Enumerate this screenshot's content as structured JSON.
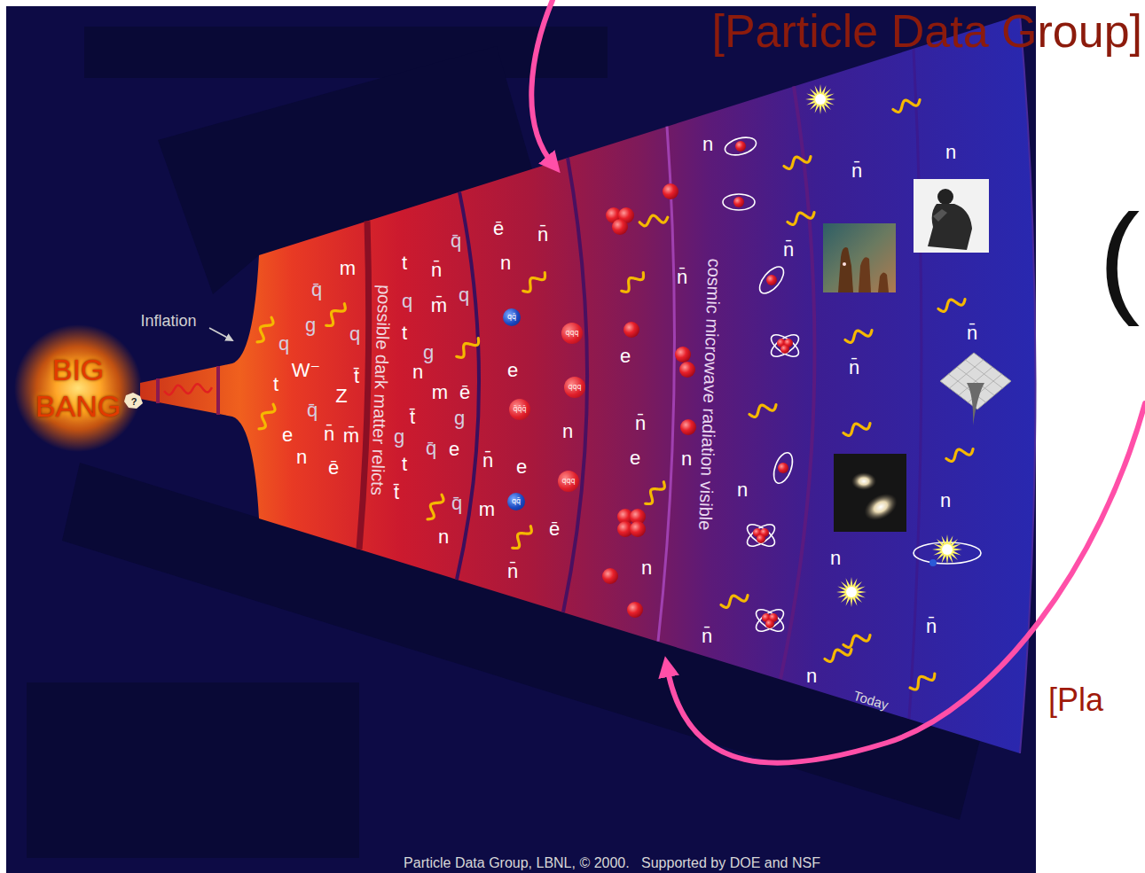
{
  "diagram": {
    "nodes": [
      {
        "text": [
          "qq̄"
        ]
      },
      {
        "text": [
          "qqq"
        ]
      },
      {
        "text": [
          "qqq"
        ]
      },
      {
        "text": [
          "q̄q̄q̄"
        ]
      },
      {
        "text": [
          "qqq"
        ]
      },
      {
        "text": [
          "qq̄"
        ]
      }
    ],
    "labels": [
      "[Particle Data Group]",
      "BIG BANG",
      "?",
      "Inflation",
      "possible dark matter relicts",
      "cosmic microwave radiation visible",
      "Today",
      "(",
      "[Pla",
      "Particle Data Group, LBNL, © 2000.   Supported by DOE and NSF",
      "q̄",
      "m",
      "t",
      "n̄",
      "q̄",
      "q",
      "m̄",
      "q",
      "q",
      "g",
      "q",
      "t",
      "g",
      "t",
      "W⁻",
      "t̄",
      "n",
      "Z",
      "q̄",
      "m",
      "ē",
      "m̄",
      "t̄",
      "g",
      "n̄",
      "e",
      "g",
      "q̄",
      "e",
      "n",
      "ē",
      "t",
      "q̄",
      "m",
      "t̄",
      "n",
      "ē",
      "n̄",
      "n",
      "e",
      "n",
      "n̄",
      "e",
      "ē",
      "n̄",
      "n̄",
      "e",
      "n̄",
      "e",
      "n",
      "n",
      "n",
      "n̄",
      "n",
      "n̄",
      "n̄",
      "n̄",
      "n",
      "n",
      "n",
      "n̄",
      "n",
      "n̄"
    ]
  }
}
